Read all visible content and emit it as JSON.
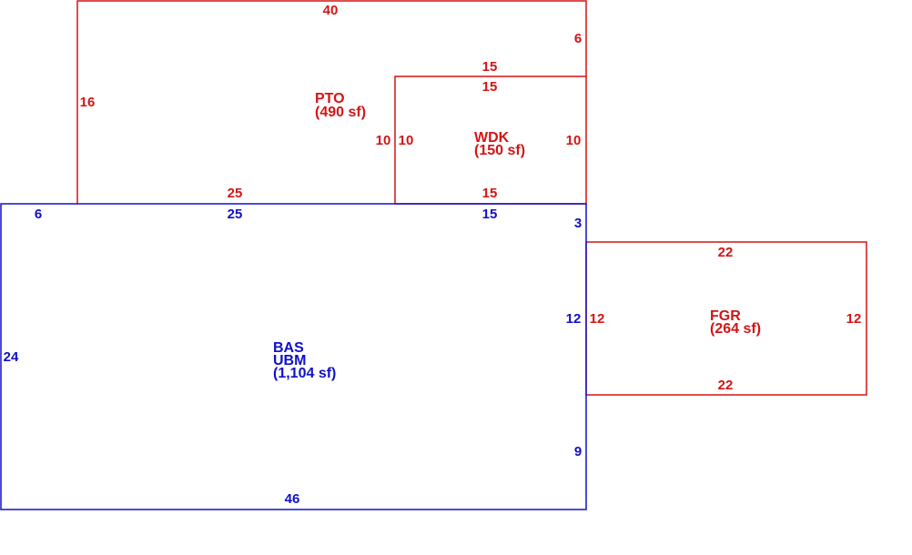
{
  "colors": {
    "blue": "#1010c8",
    "red": "#d41414"
  },
  "areas": {
    "bas": {
      "code1": "BAS",
      "code2": "UBM",
      "area": "(1,104 sf)",
      "color": "#1010c8",
      "dims": {
        "top_left": "6",
        "top_mid": "25",
        "top_right": "15",
        "right_top": "3",
        "right_mid": "12",
        "right_bottom": "9",
        "bottom": "46",
        "left": "24"
      }
    },
    "pto": {
      "code": "PTO",
      "area": "(490 sf)",
      "color": "#d41414",
      "dims": {
        "top": "40",
        "right": "6",
        "left": "16",
        "bottom": "25",
        "inner": "10"
      }
    },
    "wdk": {
      "code": "WDK",
      "area": "(150 sf)",
      "color": "#d41414",
      "dims": {
        "top_outer": "15",
        "top_inner": "15",
        "left": "10",
        "right": "10",
        "bottom": "15"
      }
    },
    "fgr": {
      "code": "FGR",
      "area": "(264 sf)",
      "color": "#d41414",
      "dims": {
        "top": "22",
        "bottom": "22",
        "left": "12",
        "right": "12"
      }
    }
  }
}
